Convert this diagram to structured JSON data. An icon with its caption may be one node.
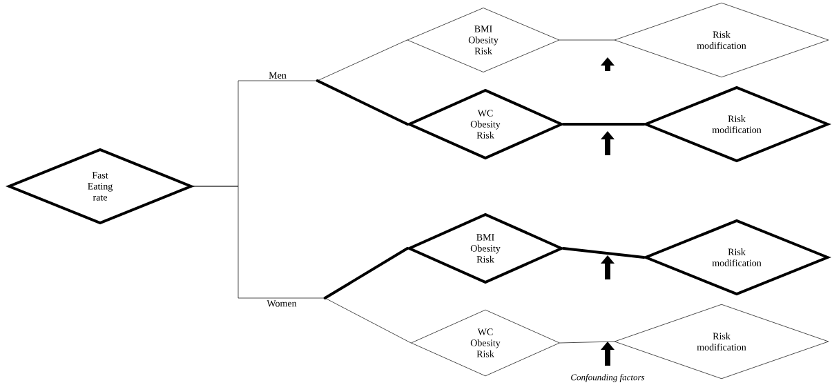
{
  "diagram": {
    "nodes": [
      {
        "text": [
          "Fast Eating rate"
        ]
      },
      {
        "text": [
          "Men"
        ]
      },
      {
        "text": [
          "Women"
        ]
      },
      {
        "text": [
          "BMI Obesity Risk"
        ]
      },
      {
        "text": [
          "Risk modification"
        ]
      },
      {
        "text": [
          "WC Obesity Risk"
        ]
      },
      {
        "text": [
          "Risk modification"
        ]
      },
      {
        "text": [
          "BMI Obesity Risk"
        ]
      },
      {
        "text": [
          "Risk modification"
        ]
      },
      {
        "text": [
          "WC Obesity Risk"
        ]
      },
      {
        "text": [
          "Risk modification"
        ]
      }
    ],
    "edges": [
      {
        "from": 0,
        "to": 1,
        "arrow": "none"
      },
      {
        "from": 0,
        "to": 2,
        "arrow": "none"
      },
      {
        "from": 1,
        "to": 3,
        "arrow": "none"
      },
      {
        "from": 1,
        "to": 5,
        "arrow": "none",
        "style": "thick"
      },
      {
        "from": 2,
        "to": 7,
        "arrow": "none",
        "style": "thick"
      },
      {
        "from": 2,
        "to": 9,
        "arrow": "none"
      },
      {
        "from": 3,
        "to": 4,
        "arrow": "none"
      },
      {
        "from": 5,
        "to": 6,
        "arrow": "none",
        "style": "thick"
      },
      {
        "from": 7,
        "to": 8,
        "arrow": "none",
        "style": "thick"
      },
      {
        "from": 9,
        "to": 10,
        "arrow": "none"
      }
    ],
    "labels": [
      "Confounding factors"
    ]
  }
}
